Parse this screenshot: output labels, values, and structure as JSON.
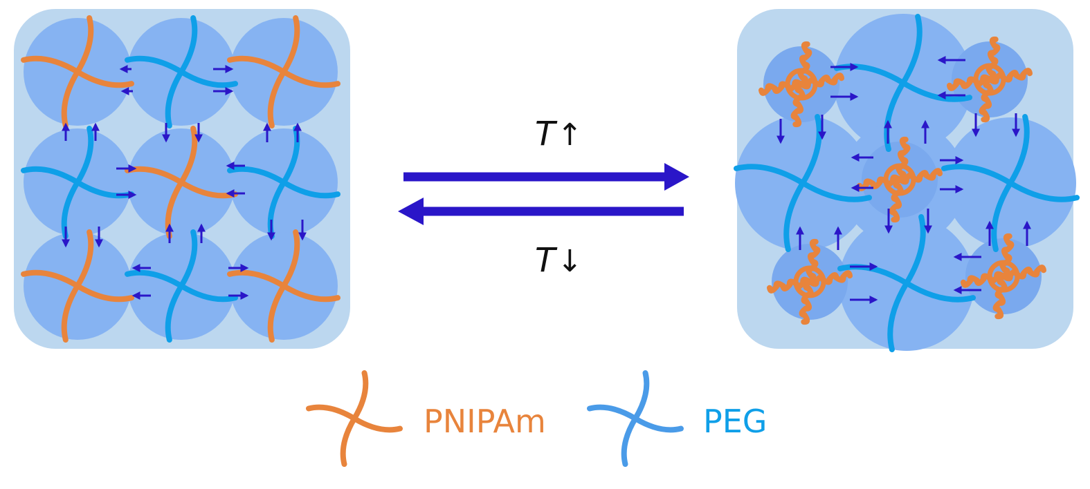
{
  "transition": {
    "forward_label": {
      "var": "T",
      "arrow": "↑"
    },
    "reverse_label": {
      "var": "T",
      "arrow": "↓"
    }
  },
  "legend": {
    "items": [
      {
        "label": "PNIPAm",
        "color": "#e8843c",
        "icon": "four-arm-star-icon"
      },
      {
        "label": "PEG",
        "color": "#0f9fe8",
        "icon": "four-arm-star-icon"
      }
    ]
  },
  "colors": {
    "panel_bg": "#bcd7ef",
    "sphere": "#86b3f2",
    "pnipam": "#e8843c",
    "peg": "#0f9fe8",
    "peg_legend": "#4a9be8",
    "force_arrow": "#2a16c8"
  }
}
